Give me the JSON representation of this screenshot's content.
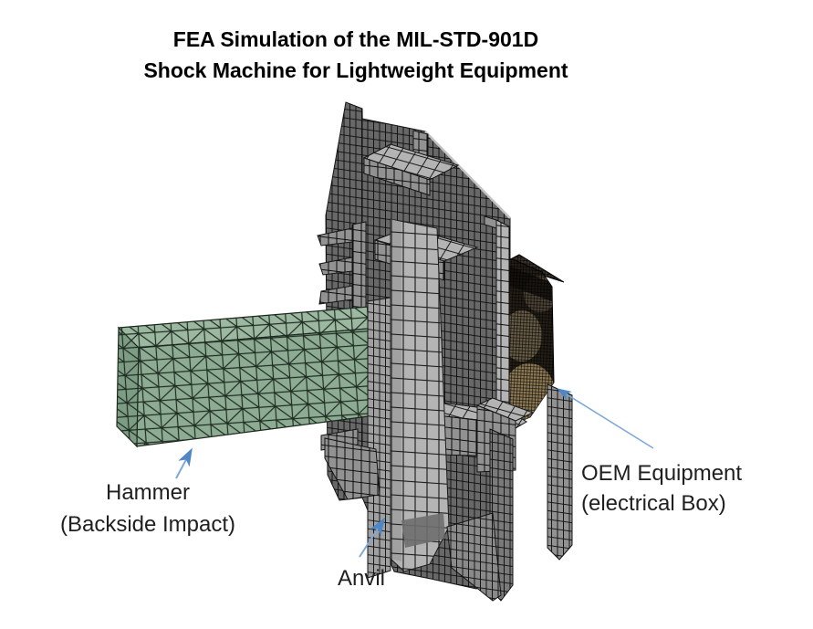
{
  "title": {
    "line1": "FEA Simulation of the MIL-STD-901D",
    "line2": "Shock Machine for Lightweight Equipment"
  },
  "labels": {
    "hammer": {
      "line1": "Hammer",
      "line2": "(Backside Impact)"
    },
    "anvil": {
      "text": "Anvil"
    },
    "oem": {
      "line1": "OEM Equipment",
      "line2": "(electrical Box)"
    }
  },
  "parts": [
    {
      "id": "hammer",
      "description": "Green triangular-mesh hammer beam (backside impact)"
    },
    {
      "id": "anvil",
      "description": "Gray quad-mesh anvil plate structure"
    },
    {
      "id": "oem-equipment",
      "description": "Dark fine-mesh electrical equipment box"
    }
  ],
  "colors": {
    "background": "#ffffff",
    "title_text": "#000000",
    "label_text": "#1f1f1f",
    "arrow_blue": "#4f86c6",
    "arrow_line": "#7fa8d8",
    "hammer_top": "#9db8a1",
    "hammer_front": "#8dac93",
    "hammer_side": "#7d9c84",
    "hammer_mesh": "#1f2d22",
    "plate_dark": "#686868",
    "plate_mid": "#929292",
    "plate_light": "#b4b4b4",
    "mesh_line": "#0e0e0e",
    "oem_base": "#241e16",
    "oem_tan": "#a08a5f"
  }
}
